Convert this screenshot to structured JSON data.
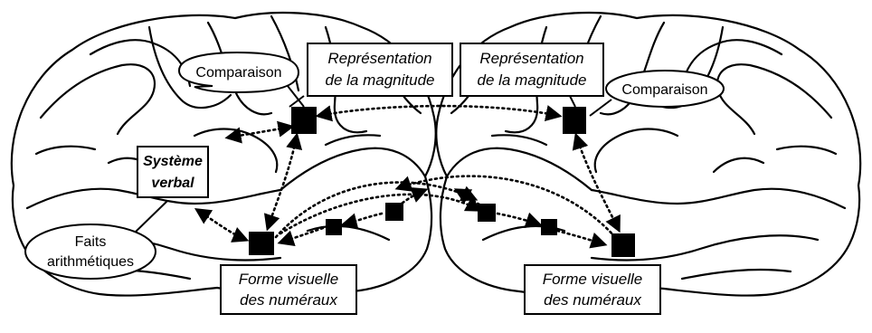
{
  "labels": {
    "magnitude_left": [
      "Représentation",
      "de la magnitude"
    ],
    "magnitude_right": [
      "Représentation",
      "de la magnitude"
    ],
    "comparison_left": "Comparaison",
    "comparison_right": "Comparaison",
    "verbal_system": [
      "Système",
      "verbal"
    ],
    "arithmetic_facts": [
      "Faits",
      "arithmétiques"
    ],
    "visual_form_left": [
      "Forme visuelle",
      "des numéraux"
    ],
    "visual_form_right": [
      "Forme visuelle",
      "des numéraux"
    ]
  },
  "colors": {
    "ink": "#000000",
    "background": "#ffffff"
  }
}
